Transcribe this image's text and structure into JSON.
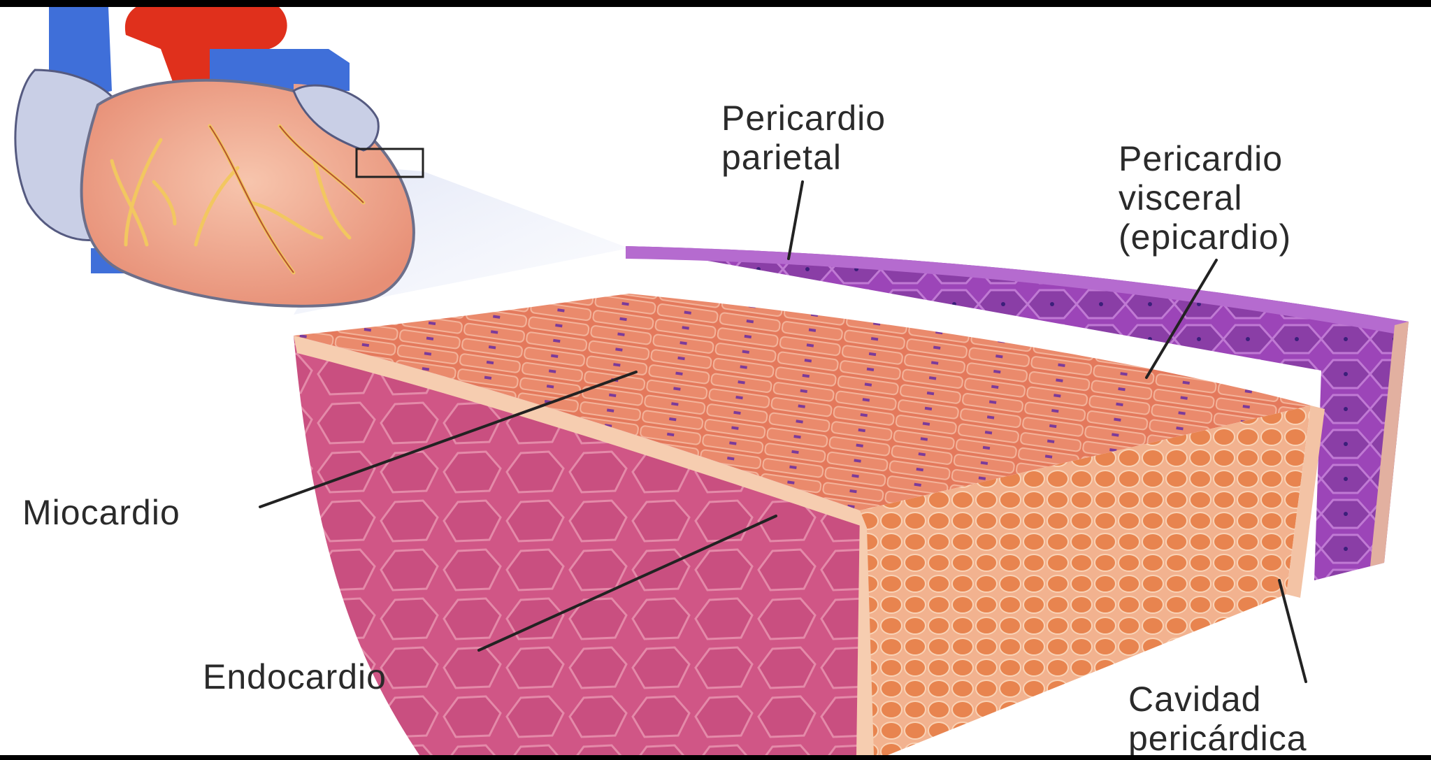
{
  "labels": {
    "pericardio_parietal": {
      "line1": "Pericardio",
      "line2": "parietal"
    },
    "pericardio_visceral": {
      "line1": "Pericardio",
      "line2": "visceral",
      "line3": "(epicardio)"
    },
    "miocardio": "Miocardio",
    "endocardio": "Endocardio",
    "cavidad_pericardica": {
      "line1": "Cavidad",
      "line2": "pericárdica"
    }
  },
  "colors": {
    "background": "#ffffff",
    "frame": "#000000",
    "heart_muscle": "#f0a98e",
    "atrium_blue": "#c9cfe6",
    "vein_blue": "#3f6fd9",
    "aorta_red": "#e0301c",
    "coronary_yellow": "#f2c760",
    "myocardium_top": "#e57f62",
    "myocardium_front": "#d25a86",
    "myocardium_end": "#e88857",
    "endocardium_layer": "#f6cdb0",
    "pericardium_purple": "#9a3fb7",
    "leader_line": "#222222",
    "label_text": "#2a2a2a"
  },
  "icons": [
    "heart-illustration",
    "magnifier-box",
    "tissue-block"
  ]
}
